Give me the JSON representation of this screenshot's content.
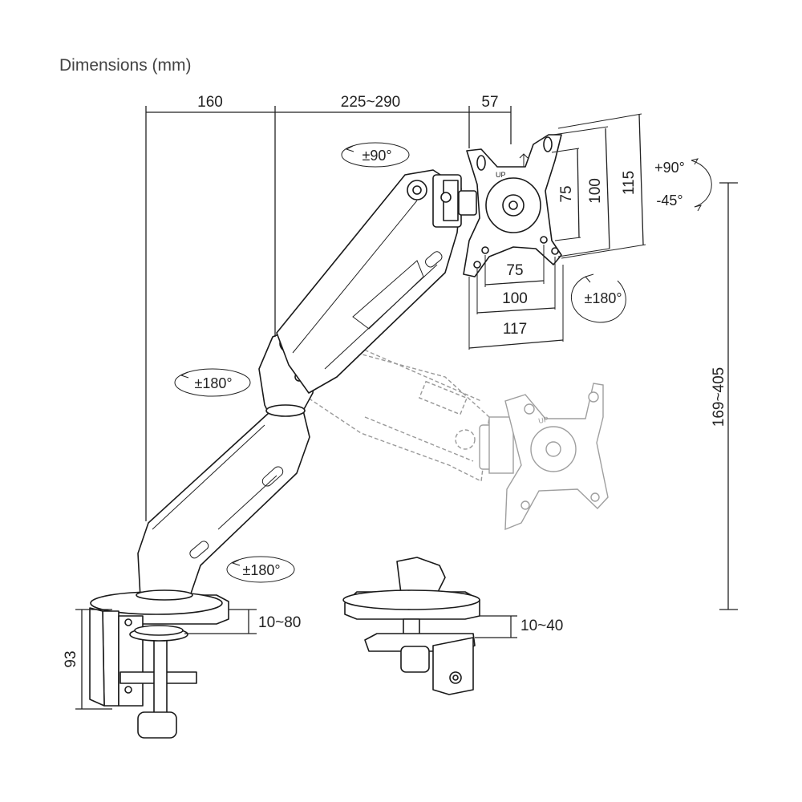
{
  "title": "Dimensions (mm)",
  "dimensions": {
    "top": [
      "160",
      "225~290",
      "57"
    ],
    "vesa_vertical": [
      "75",
      "100",
      "115"
    ],
    "vesa_horizontal": [
      "75",
      "100",
      "117"
    ],
    "height": "169~405",
    "clamp_height": "93",
    "clamp_range": "10~80",
    "grommet_range": "10~40"
  },
  "rotations": {
    "swivel_top": "±90°",
    "tilt_up": "+90°",
    "tilt_down": "-45°",
    "rotate_plate": "±180°",
    "swivel_middle": "±180°",
    "swivel_base": "±180°"
  },
  "plate_label": "UP"
}
